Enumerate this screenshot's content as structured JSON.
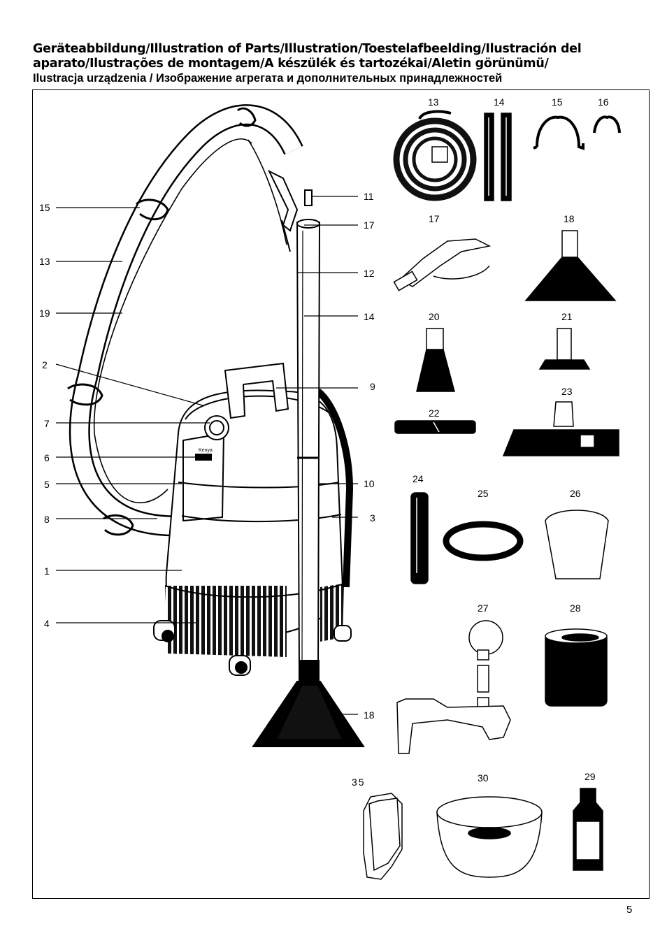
{
  "header": {
    "line1": "Geräteabbildung/Illustration of Parts/Illustration/Toestelafbeelding/Ilustración del",
    "line2": "aparato/Ilustrações de montagem/A készülék és tartozékai/Aletin görünümü/",
    "line3": "Ilustracja urządzenia / Изображение агрегата и дополнительных принадлежностей"
  },
  "brand_on_device": "Kenya",
  "page_number": "5",
  "callouts_left": [
    "15",
    "13",
    "19",
    "2",
    "7",
    "6",
    "5",
    "8",
    "1",
    "4"
  ],
  "callouts_right": [
    "11",
    "17",
    "12",
    "14",
    "9",
    "10",
    "3",
    "18"
  ],
  "parts": [
    "13",
    "14",
    "15",
    "16",
    "17",
    "18",
    "20",
    "21",
    "22",
    "23",
    "24",
    "25",
    "26",
    "27",
    "28",
    "35",
    "30",
    "29"
  ]
}
